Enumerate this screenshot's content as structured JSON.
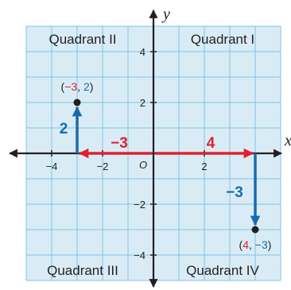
{
  "quadrants": {
    "q1": "Quadrant I",
    "q2": "Quadrant II",
    "q3": "Quadrant III",
    "q4": "Quadrant IV"
  },
  "axes": {
    "x_title": "x",
    "y_title": "y",
    "origin": "O",
    "x_range": [
      -5,
      5
    ],
    "y_range": [
      -5,
      5
    ],
    "x_ticks": [
      {
        "value": -4,
        "label": "−4"
      },
      {
        "value": -2,
        "label": "−2"
      },
      {
        "value": 2,
        "label": "2"
      }
    ],
    "y_ticks": [
      {
        "value": 4,
        "label": "4"
      },
      {
        "value": 2,
        "label": "2"
      },
      {
        "value": -2,
        "label": "−2"
      },
      {
        "value": -4,
        "label": "−4"
      }
    ],
    "grid": true
  },
  "points": [
    {
      "x": -3,
      "y": 2,
      "open": "(",
      "x_text": "−3",
      "sep": ", ",
      "y_text": "2",
      "close": ")"
    },
    {
      "x": 4,
      "y": -3,
      "open": "(",
      "x_text": "4",
      "sep": ", ",
      "y_text": "−3",
      "close": ")"
    }
  ],
  "moves": {
    "left": {
      "from": 0,
      "to": -3,
      "label": "−3"
    },
    "up": {
      "from": 0,
      "to": 2,
      "label": "2"
    },
    "right": {
      "from": 0,
      "to": 4,
      "label": "4"
    },
    "down": {
      "from": 0,
      "to": -3,
      "label": "−3"
    }
  },
  "colors": {
    "grid_fill": "#d9ecf6",
    "grid_line": "#7fc3e3",
    "axis": "#231f20",
    "horizontal_move": "#e0212e",
    "vertical_move": "#1a6aae"
  }
}
